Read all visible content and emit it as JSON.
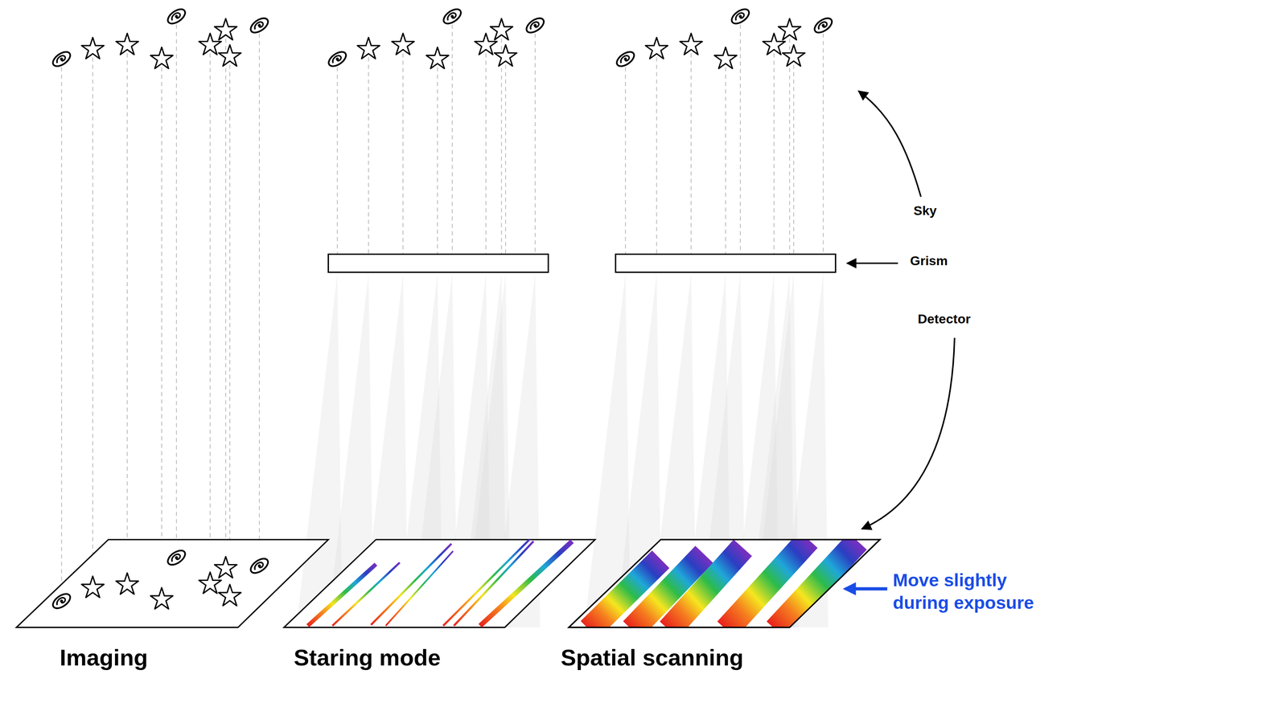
{
  "diagram": {
    "labels": [
      "Imaging",
      "Staring mode",
      "Spatial scanning",
      "Sky",
      "Grism",
      "Detector",
      "Move slightly during exposure"
    ]
  }
}
